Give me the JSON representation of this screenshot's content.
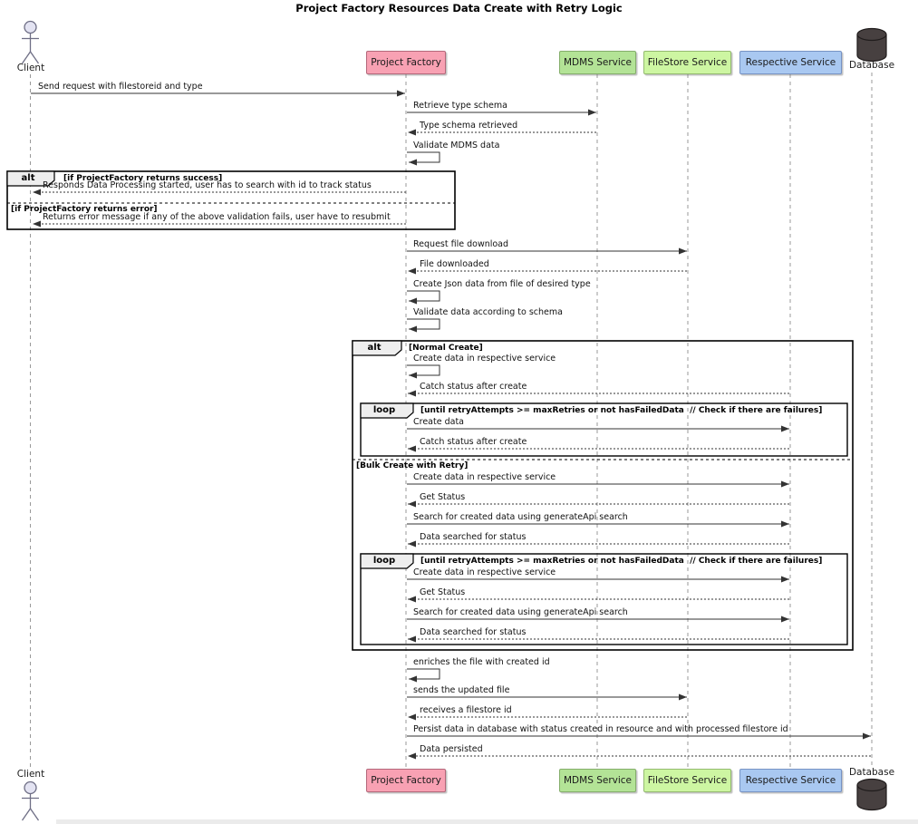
{
  "diagram": {
    "title": "Project Factory Resources Data Create with Retry Logic"
  },
  "colors": {
    "frame_border": "#000000",
    "lifeline": "#999999",
    "arrow": "#333333",
    "actor_head": "#e3e3f2",
    "database_fill": "#474040"
  },
  "participants": {
    "client": {
      "label": "Client"
    },
    "project_factory": {
      "label": "Project Factory",
      "fill": "#f8a1b3",
      "border": "#b4687a"
    },
    "mdms": {
      "label": "MDMS Service",
      "fill": "#b3e396",
      "border": "#84ae6b"
    },
    "filestore": {
      "label": "FileStore Service",
      "fill": "#cdf6a2",
      "border": "#94ba70"
    },
    "respective": {
      "label": "Respective Service",
      "fill": "#a9c8f1",
      "border": "#7793c4"
    },
    "database": {
      "label": "Database",
      "fill": "#474040",
      "border": "#201c1c"
    }
  },
  "frames": {
    "alt_validation": {
      "keyword": "alt",
      "guard_success": "[if ProjectFactory returns success]",
      "guard_error": "[if ProjectFactory returns error]"
    },
    "alt_create": {
      "keyword": "alt",
      "guard_normal": "[Normal Create]",
      "guard_bulk": "[Bulk Create with Retry]"
    },
    "loop_retry_1": {
      "keyword": "loop",
      "guard": "[until retryAttempts >= maxRetries or not hasFailedData  // Check if there are failures]"
    },
    "loop_retry_2": {
      "keyword": "loop",
      "guard": "[until retryAttempts >= maxRetries or not hasFailedData  // Check if there are failures]"
    }
  },
  "messages": [
    {
      "label": "Send request with filestoreid and type",
      "from": "Client",
      "to": "Project Factory",
      "type": "solid"
    },
    {
      "label": "Retrieve type schema",
      "from": "Project Factory",
      "to": "MDMS Service",
      "type": "solid"
    },
    {
      "label": "Type schema retrieved",
      "from": "MDMS Service",
      "to": "Project Factory",
      "type": "return"
    },
    {
      "label": "Validate MDMS data",
      "from": "Project Factory",
      "to": "Project Factory",
      "type": "self"
    },
    {
      "label": "Responds Data Processing started, user has to search with id to track status",
      "from": "Project Factory",
      "to": "Client",
      "type": "return"
    },
    {
      "label": "Returns error message if any of the above validation fails, user have to resubmit",
      "from": "Project Factory",
      "to": "Client",
      "type": "return"
    },
    {
      "label": "Request file download",
      "from": "Project Factory",
      "to": "FileStore Service",
      "type": "solid"
    },
    {
      "label": "File downloaded",
      "from": "FileStore Service",
      "to": "Project Factory",
      "type": "return"
    },
    {
      "label": "Create Json data from file of desired type",
      "from": "Project Factory",
      "to": "Project Factory",
      "type": "self"
    },
    {
      "label": "Validate data according to schema",
      "from": "Project Factory",
      "to": "Project Factory",
      "type": "self"
    },
    {
      "label": "Create data in respective service",
      "from": "Project Factory",
      "to": "Project Factory",
      "type": "self"
    },
    {
      "label": "Catch status after create",
      "from": "Respective Service",
      "to": "Project Factory",
      "type": "return"
    },
    {
      "label": "Create data",
      "from": "Project Factory",
      "to": "Respective Service",
      "type": "solid"
    },
    {
      "label": "Catch status after create",
      "from": "Respective Service",
      "to": "Project Factory",
      "type": "return"
    },
    {
      "label": "Create data in respective service",
      "from": "Project Factory",
      "to": "Respective Service",
      "type": "solid"
    },
    {
      "label": "Get Status",
      "from": "Respective Service",
      "to": "Project Factory",
      "type": "return"
    },
    {
      "label": "Search for created data using generateApi search",
      "from": "Project Factory",
      "to": "Respective Service",
      "type": "solid"
    },
    {
      "label": "Data searched for status",
      "from": "Respective Service",
      "to": "Project Factory",
      "type": "return"
    },
    {
      "label": "Create data in respective service",
      "from": "Project Factory",
      "to": "Respective Service",
      "type": "solid"
    },
    {
      "label": "Get Status",
      "from": "Respective Service",
      "to": "Project Factory",
      "type": "return"
    },
    {
      "label": "Search for created data using generateApi search",
      "from": "Project Factory",
      "to": "Respective Service",
      "type": "solid"
    },
    {
      "label": "Data searched for status",
      "from": "Respective Service",
      "to": "Project Factory",
      "type": "return"
    },
    {
      "label": "enriches the file with created id",
      "from": "Project Factory",
      "to": "Project Factory",
      "type": "self"
    },
    {
      "label": "sends the updated file",
      "from": "Project Factory",
      "to": "FileStore Service",
      "type": "solid"
    },
    {
      "label": "receives a filestore id",
      "from": "FileStore Service",
      "to": "Project Factory",
      "type": "return"
    },
    {
      "label": "Persist data in database with status created in resource and with processed filestore id",
      "from": "Project Factory",
      "to": "Database",
      "type": "solid"
    },
    {
      "label": "Data persisted",
      "from": "Database",
      "to": "Project Factory",
      "type": "return"
    }
  ]
}
